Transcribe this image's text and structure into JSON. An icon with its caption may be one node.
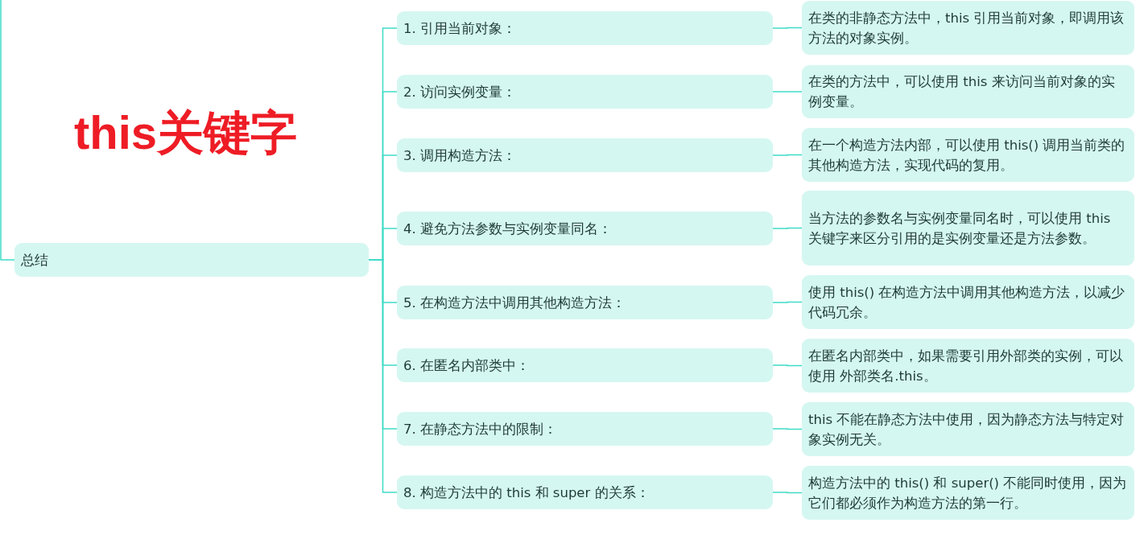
{
  "diagram": {
    "title": "this关键字",
    "nodes": [
      {
        "text": [
          "总结"
        ]
      },
      {
        "text": [
          "1. 引用当前对象："
        ]
      },
      {
        "text": [
          "2. 访问实例变量："
        ]
      },
      {
        "text": [
          "3. 调用构造方法："
        ]
      },
      {
        "text": [
          "4. 避免方法参数与实例变量同名："
        ]
      },
      {
        "text": [
          "5. 在构造方法中调用其他构造方法："
        ]
      },
      {
        "text": [
          "6. 在匿名内部类中："
        ]
      },
      {
        "text": [
          "7. 在静态方法中的限制："
        ]
      },
      {
        "text": [
          "8. 构造方法中的 this 和 super 的关系："
        ]
      },
      {
        "text": [
          "在类的非静态方法中，this 引用当前对象，即调用该方法的对象实例。"
        ]
      },
      {
        "text": [
          "在类的方法中，可以使用 this 来访问当前对象的实例变量。"
        ]
      },
      {
        "text": [
          "在一个构造方法内部，可以使用 this() 调用当前类的其他构造方法，实现代码的复用。"
        ]
      },
      {
        "text": [
          "当方法的参数名与实例变量同名时，可以使用 this 关键字来区分引用的是实例变量还是方法参数。"
        ]
      },
      {
        "text": [
          "使用 this() 在构造方法中调用其他构造方法，以减少代码冗余。"
        ]
      },
      {
        "text": [
          "在匿名内部类中，如果需要引用外部类的实例，可以使用 外部类名.this。"
        ]
      },
      {
        "text": [
          "this 不能在静态方法中使用，因为静态方法与特定对象实例无关。"
        ]
      },
      {
        "text": [
          "构造方法中的 this() 和 super() 不能同时使用，因为它们都必须作为构造方法的第一行。"
        ]
      }
    ],
    "edges": [
      {
        "from": null,
        "to": 0,
        "arrow": "none"
      },
      {
        "from": 0,
        "to": 1,
        "arrow": "none"
      },
      {
        "from": 0,
        "to": 2,
        "arrow": "none"
      },
      {
        "from": 0,
        "to": 3,
        "arrow": "none"
      },
      {
        "from": 0,
        "to": 4,
        "arrow": "none"
      },
      {
        "from": 0,
        "to": 5,
        "arrow": "none"
      },
      {
        "from": 0,
        "to": 6,
        "arrow": "none"
      },
      {
        "from": 0,
        "to": 7,
        "arrow": "none"
      },
      {
        "from": 0,
        "to": 8,
        "arrow": "none"
      },
      {
        "from": 1,
        "to": 9,
        "arrow": "none"
      },
      {
        "from": 2,
        "to": 10,
        "arrow": "none"
      },
      {
        "from": 3,
        "to": 11,
        "arrow": "none"
      },
      {
        "from": 4,
        "to": 12,
        "arrow": "none"
      },
      {
        "from": 5,
        "to": 13,
        "arrow": "none"
      },
      {
        "from": 6,
        "to": 14,
        "arrow": "none"
      },
      {
        "from": 7,
        "to": 15,
        "arrow": "none"
      },
      {
        "from": 8,
        "to": 16,
        "arrow": "none"
      }
    ]
  }
}
